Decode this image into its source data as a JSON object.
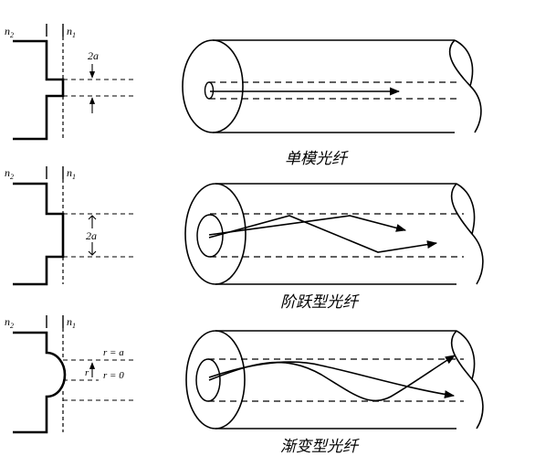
{
  "index": {
    "cladding": "n",
    "cladding_sub": "2",
    "core": "n",
    "core_sub": "1"
  },
  "panels": [
    {
      "id": "single-mode",
      "caption": "单模光纤",
      "dim_label": "2a"
    },
    {
      "id": "step-index",
      "caption": "阶跃型光纤",
      "dim_label": "2a"
    },
    {
      "id": "graded-index",
      "caption": "渐变型光纤",
      "dim_top": "r = a",
      "dim_axis_var": "r",
      "dim_mid": "r = 0"
    }
  ]
}
